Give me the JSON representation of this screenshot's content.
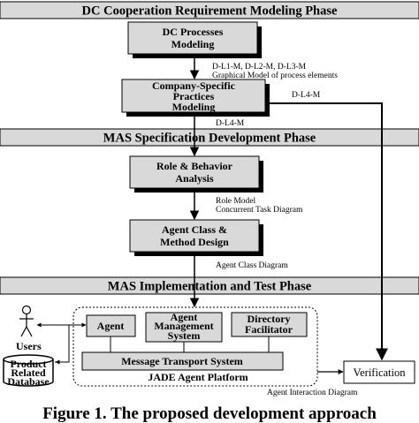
{
  "phases": {
    "p1": "DC Cooperation Requirement Modeling Phase",
    "p2": "MAS Specification Development  Phase",
    "p3": "MAS Implementation and Test Phase"
  },
  "boxes": {
    "dc_processes": [
      "DC Processes",
      "Modeling"
    ],
    "company_specific": [
      "Company-Specific",
      "Practices",
      "Modeling"
    ],
    "role_behavior": [
      "Role & Behavior",
      "Analysis"
    ],
    "agent_class": [
      "Agent Class &",
      "Method Design"
    ],
    "agent": "Agent",
    "agent_management": [
      "Agent",
      "Management",
      "System"
    ],
    "directory_facilitator": [
      "Directory",
      "Facilitator"
    ],
    "message_transport": "Message Transport System",
    "jade_platform": "JADE Agent Platform",
    "verification": "Verification",
    "product_db": [
      "Product",
      "Related",
      "Database"
    ],
    "users": "Users"
  },
  "annotations": {
    "dl_models": "D-L1-M, D-L2-M, D-L3-M",
    "graphical_model": "Graphical Model of process elements",
    "dl4_right": "D-L4-M",
    "dl4_below": "D-L4-M",
    "role_model": "Role Model",
    "concurrent_task": "Concurrent Task Diagram",
    "agent_class_diagram": "Agent Class Diagram",
    "agent_interaction": "Agent Interaction Diagram"
  },
  "caption": "Figure 1. The proposed development approach"
}
